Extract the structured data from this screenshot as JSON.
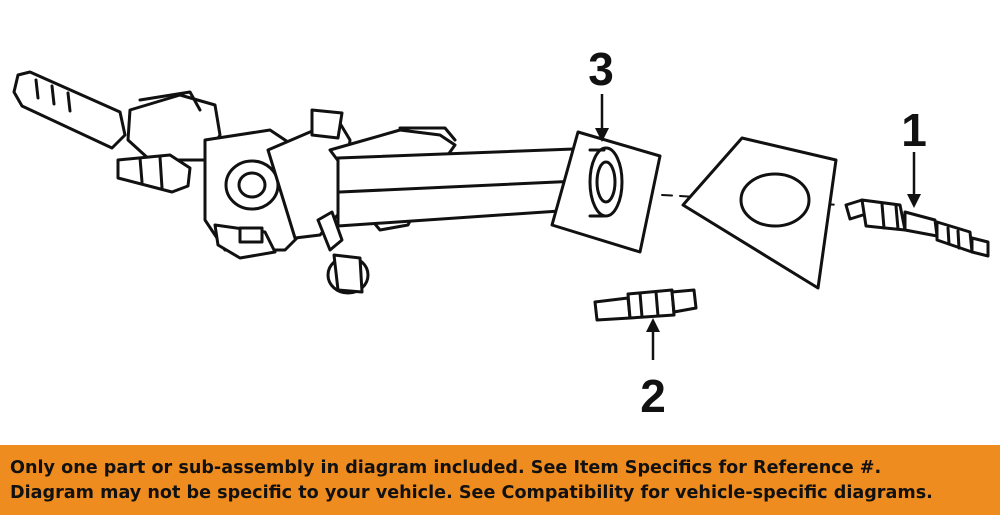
{
  "callouts": [
    "1",
    "2",
    "3"
  ],
  "banner": {
    "line1": "Only one part or sub-assembly in diagram included. See Item Specifics for Reference #.",
    "line2": "Diagram may not be specific to your vehicle. See Compatibility for vehicle-specific diagrams."
  },
  "colors": {
    "banner": "#ef8c1f",
    "ink": "#111111",
    "paper": "#ffffff"
  }
}
